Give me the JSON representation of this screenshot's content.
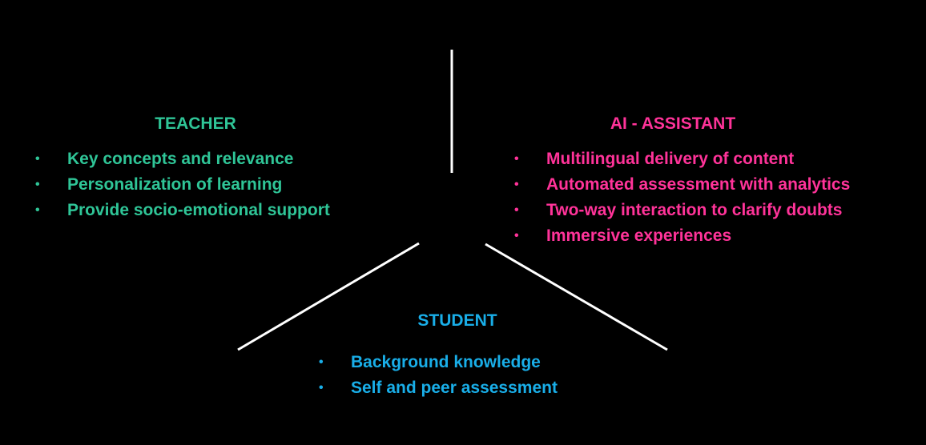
{
  "colors": {
    "background": "#000000",
    "teacher": "#2fc597",
    "ai_assistant": "#ff3399",
    "student": "#19aee8",
    "lines": "#ffffff"
  },
  "teacher": {
    "title": "TEACHER",
    "items": [
      "Key concepts and relevance",
      "Personalization of learning",
      "Provide socio-emotional support"
    ]
  },
  "ai_assistant": {
    "title": "AI - ASSISTANT",
    "items": [
      "Multilingual delivery of content",
      "Automated assessment with analytics",
      "Two-way interaction to clarify doubts",
      "Immersive experiences"
    ]
  },
  "student": {
    "title": "STUDENT",
    "items": [
      "Background knowledge",
      "Self and peer assessment"
    ]
  },
  "bullet_glyph": "•"
}
